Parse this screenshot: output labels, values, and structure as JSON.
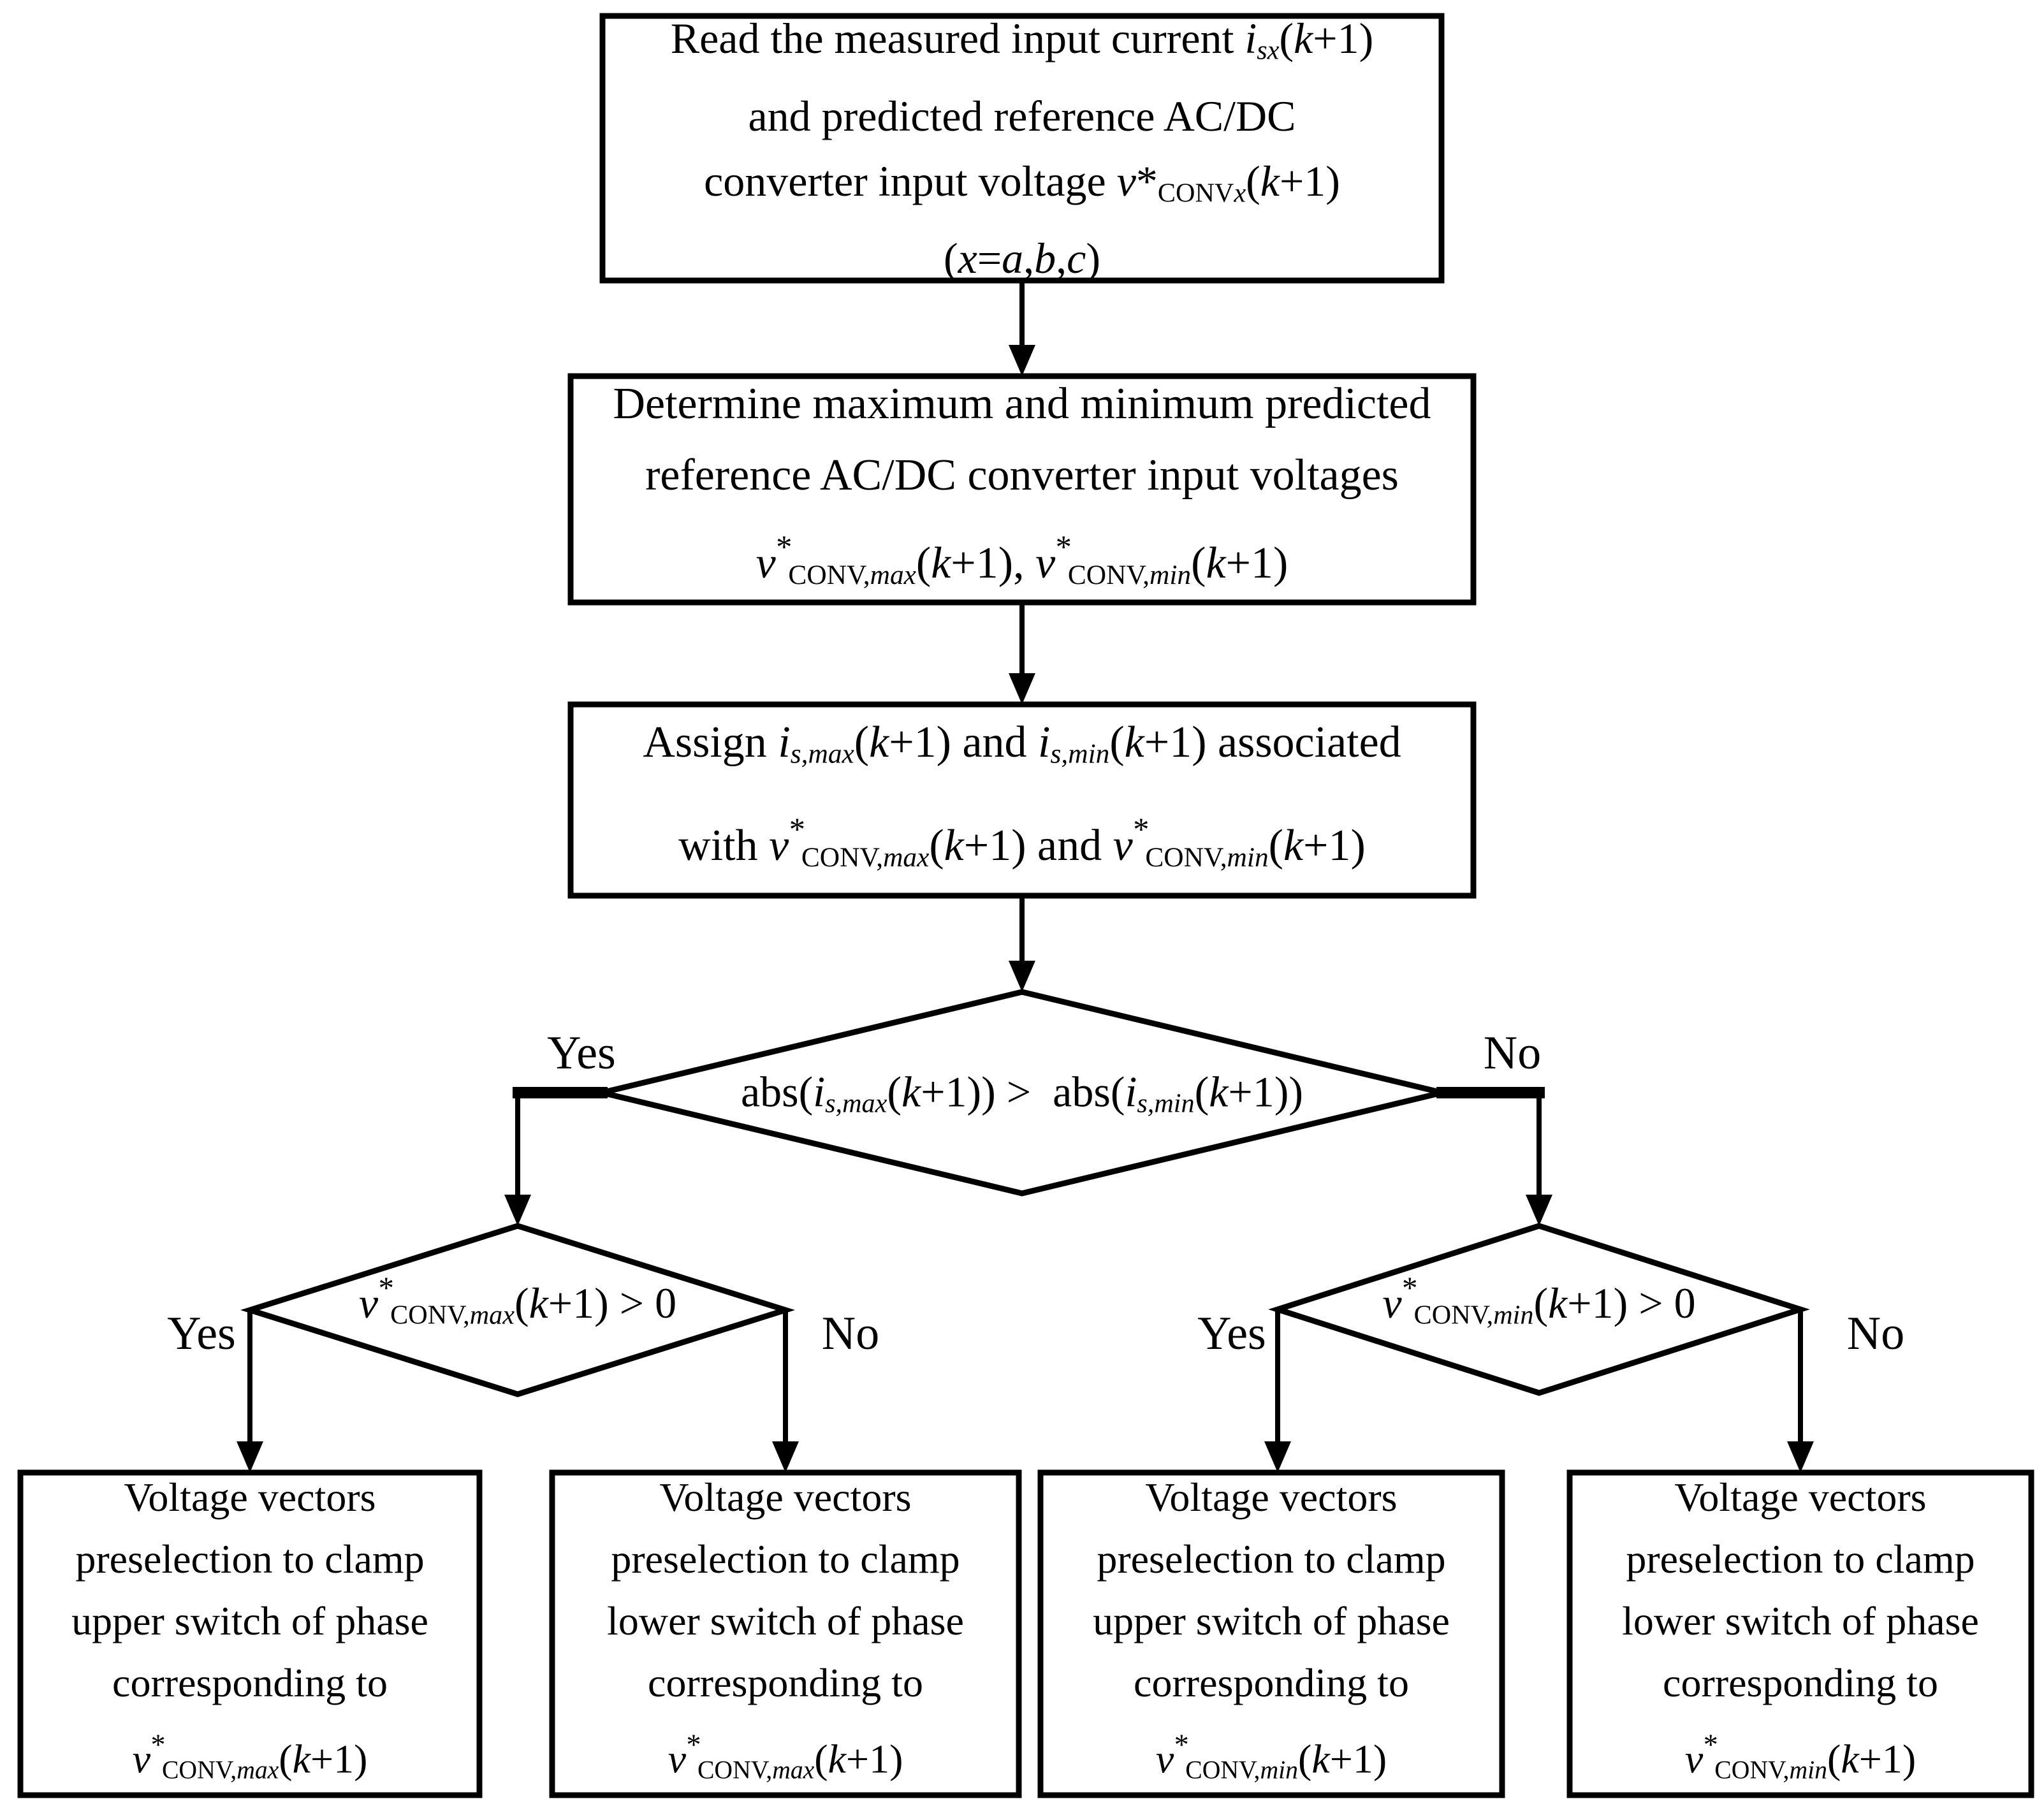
{
  "colors": {
    "ink": "#000000",
    "paper": "#ffffff"
  },
  "labels": {
    "d1_yes": "Yes",
    "d1_no": "No",
    "dl_yes": "Yes",
    "dl_no": "No",
    "dr_yes": "Yes",
    "dr_no": "No"
  },
  "nodes": {
    "read_inputs": {
      "lines": [
        [
          {
            "t": "Read the measured input current ",
            "s": "n"
          },
          {
            "t": "i",
            "s": "i"
          },
          {
            "t": "sx",
            "s": "subi"
          },
          {
            "t": "(",
            "s": "n"
          },
          {
            "t": "k",
            "s": "i"
          },
          {
            "t": "+1)",
            "s": "n"
          }
        ],
        [
          {
            "t": "and predicted reference AC/DC",
            "s": "n"
          }
        ],
        [
          {
            "t": "converter input voltage ",
            "s": "n"
          },
          {
            "t": "v",
            "s": "i"
          },
          {
            "t": "*",
            "s": "n"
          },
          {
            "t": "CONV",
            "s": "sub"
          },
          {
            "t": "x",
            "s": "subi"
          },
          {
            "t": "(",
            "s": "n"
          },
          {
            "t": "k",
            "s": "i"
          },
          {
            "t": "+1)",
            "s": "n"
          }
        ],
        [
          {
            "t": "(",
            "s": "n"
          },
          {
            "t": "x",
            "s": "i"
          },
          {
            "t": "=",
            "s": "n"
          },
          {
            "t": "a",
            "s": "i"
          },
          {
            "t": ",",
            "s": "n"
          },
          {
            "t": "b",
            "s": "i"
          },
          {
            "t": ",",
            "s": "n"
          },
          {
            "t": "c",
            "s": "i"
          },
          {
            "t": ")",
            "s": "n"
          }
        ]
      ]
    },
    "determine_max_min": {
      "lines": [
        [
          {
            "t": "Determine maximum and minimum predicted",
            "s": "n"
          }
        ],
        [
          {
            "t": "reference AC/DC converter input voltages",
            "s": "n"
          }
        ],
        [
          {
            "t": "v",
            "s": "i"
          },
          {
            "t": "*",
            "s": "star"
          },
          {
            "t": "CONV,",
            "s": "sub"
          },
          {
            "t": "max",
            "s": "subi"
          },
          {
            "t": "(",
            "s": "n"
          },
          {
            "t": "k",
            "s": "i"
          },
          {
            "t": "+1), ",
            "s": "n"
          },
          {
            "t": "v",
            "s": "i"
          },
          {
            "t": "*",
            "s": "star"
          },
          {
            "t": "CONV,",
            "s": "sub"
          },
          {
            "t": "min",
            "s": "subi"
          },
          {
            "t": "(",
            "s": "n"
          },
          {
            "t": "k",
            "s": "i"
          },
          {
            "t": "+1)",
            "s": "n"
          }
        ]
      ]
    },
    "assign_currents": {
      "lines": [
        [
          {
            "t": "Assign ",
            "s": "n"
          },
          {
            "t": "i",
            "s": "i"
          },
          {
            "t": "s,max",
            "s": "subi"
          },
          {
            "t": "(",
            "s": "n"
          },
          {
            "t": "k",
            "s": "i"
          },
          {
            "t": "+1) and ",
            "s": "n"
          },
          {
            "t": "i",
            "s": "i"
          },
          {
            "t": "s,min",
            "s": "subi"
          },
          {
            "t": "(",
            "s": "n"
          },
          {
            "t": "k",
            "s": "i"
          },
          {
            "t": "+1) associated",
            "s": "n"
          }
        ],
        [
          {
            "t": "with ",
            "s": "n"
          },
          {
            "t": "v",
            "s": "i"
          },
          {
            "t": "*",
            "s": "star"
          },
          {
            "t": "CONV,",
            "s": "sub"
          },
          {
            "t": "max",
            "s": "subi"
          },
          {
            "t": "(",
            "s": "n"
          },
          {
            "t": "k",
            "s": "i"
          },
          {
            "t": "+1) and ",
            "s": "n"
          },
          {
            "t": "v",
            "s": "i"
          },
          {
            "t": "*",
            "s": "star"
          },
          {
            "t": "CONV,",
            "s": "sub"
          },
          {
            "t": "min",
            "s": "subi"
          },
          {
            "t": "(",
            "s": "n"
          },
          {
            "t": "k",
            "s": "i"
          },
          {
            "t": "+1)",
            "s": "n"
          }
        ]
      ]
    },
    "abs_compare": {
      "lines": [
        [
          {
            "t": "abs(",
            "s": "n"
          },
          {
            "t": "i",
            "s": "i"
          },
          {
            "t": "s,max",
            "s": "subi"
          },
          {
            "t": "(",
            "s": "n"
          },
          {
            "t": "k",
            "s": "i"
          },
          {
            "t": "+1)) > abs(",
            "s": "n"
          },
          {
            "t": "i",
            "s": "i"
          },
          {
            "t": "s,min",
            "s": "subi"
          },
          {
            "t": "(",
            "s": "n"
          },
          {
            "t": "k",
            "s": "i"
          },
          {
            "t": "+1))",
            "s": "n"
          }
        ]
      ]
    },
    "vmax_positive": {
      "lines": [
        [
          {
            "t": "v",
            "s": "i"
          },
          {
            "t": "*",
            "s": "star"
          },
          {
            "t": "CONV,",
            "s": "sub"
          },
          {
            "t": "max",
            "s": "subi"
          },
          {
            "t": "(",
            "s": "n"
          },
          {
            "t": "k",
            "s": "i"
          },
          {
            "t": "+1) > 0",
            "s": "n"
          }
        ]
      ]
    },
    "vmin_positive": {
      "lines": [
        [
          {
            "t": "v",
            "s": "i"
          },
          {
            "t": "*",
            "s": "star"
          },
          {
            "t": "CONV,",
            "s": "sub"
          },
          {
            "t": "min",
            "s": "subi"
          },
          {
            "t": "(",
            "s": "n"
          },
          {
            "t": "k",
            "s": "i"
          },
          {
            "t": "+1) > 0",
            "s": "n"
          }
        ]
      ]
    },
    "clamp_upper_max": {
      "lines": [
        [
          {
            "t": "Voltage vectors",
            "s": "n"
          }
        ],
        [
          {
            "t": "preselection to clamp",
            "s": "n"
          }
        ],
        [
          {
            "t": "upper switch of phase",
            "s": "n"
          }
        ],
        [
          {
            "t": "corresponding to",
            "s": "n"
          }
        ],
        [
          {
            "t": "v",
            "s": "i"
          },
          {
            "t": "*",
            "s": "star"
          },
          {
            "t": "CONV,",
            "s": "sub"
          },
          {
            "t": "max",
            "s": "subi"
          },
          {
            "t": "(",
            "s": "n"
          },
          {
            "t": "k",
            "s": "i"
          },
          {
            "t": "+1)",
            "s": "n"
          }
        ]
      ]
    },
    "clamp_lower_max": {
      "lines": [
        [
          {
            "t": "Voltage vectors",
            "s": "n"
          }
        ],
        [
          {
            "t": "preselection to clamp",
            "s": "n"
          }
        ],
        [
          {
            "t": "lower switch of phase",
            "s": "n"
          }
        ],
        [
          {
            "t": "corresponding to",
            "s": "n"
          }
        ],
        [
          {
            "t": "v",
            "s": "i"
          },
          {
            "t": "*",
            "s": "star"
          },
          {
            "t": "CONV,",
            "s": "sub"
          },
          {
            "t": "max",
            "s": "subi"
          },
          {
            "t": "(",
            "s": "n"
          },
          {
            "t": "k",
            "s": "i"
          },
          {
            "t": "+1)",
            "s": "n"
          }
        ]
      ]
    },
    "clamp_upper_min": {
      "lines": [
        [
          {
            "t": "Voltage vectors",
            "s": "n"
          }
        ],
        [
          {
            "t": "preselection to clamp",
            "s": "n"
          }
        ],
        [
          {
            "t": "upper switch of phase",
            "s": "n"
          }
        ],
        [
          {
            "t": "corresponding to",
            "s": "n"
          }
        ],
        [
          {
            "t": "v",
            "s": "i"
          },
          {
            "t": "*",
            "s": "star"
          },
          {
            "t": "CONV,",
            "s": "sub"
          },
          {
            "t": "min",
            "s": "subi"
          },
          {
            "t": "(",
            "s": "n"
          },
          {
            "t": "k",
            "s": "i"
          },
          {
            "t": "+1)",
            "s": "n"
          }
        ]
      ]
    },
    "clamp_lower_min": {
      "lines": [
        [
          {
            "t": "Voltage vectors",
            "s": "n"
          }
        ],
        [
          {
            "t": "preselection to clamp",
            "s": "n"
          }
        ],
        [
          {
            "t": "lower switch of phase",
            "s": "n"
          }
        ],
        [
          {
            "t": "corresponding to",
            "s": "n"
          }
        ],
        [
          {
            "t": "v",
            "s": "i"
          },
          {
            "t": "*",
            "s": "star"
          },
          {
            "t": "CONV,",
            "s": "sub"
          },
          {
            "t": "min",
            "s": "subi"
          },
          {
            "t": "(",
            "s": "n"
          },
          {
            "t": "k",
            "s": "i"
          },
          {
            "t": "+1)",
            "s": "n"
          }
        ]
      ]
    }
  }
}
